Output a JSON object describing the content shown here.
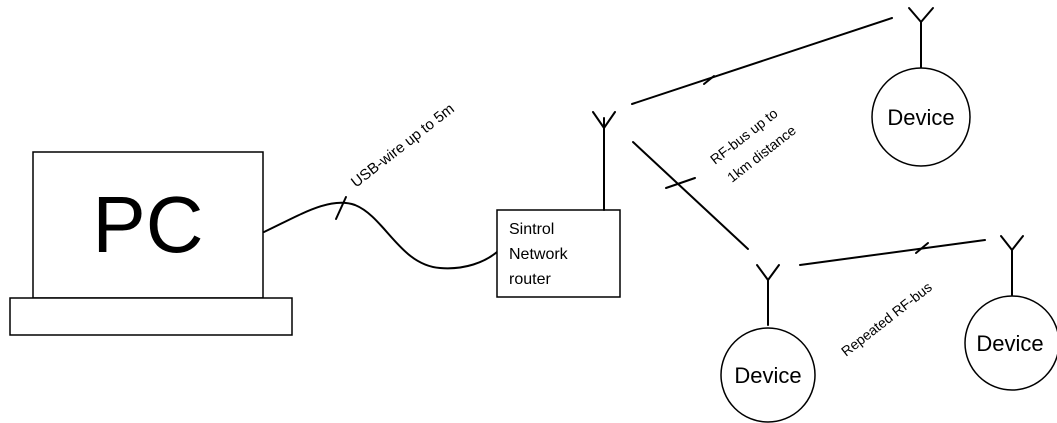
{
  "pc": {
    "label": "PC"
  },
  "router": {
    "lines": [
      "Sintrol",
      "Network",
      "router"
    ]
  },
  "links": {
    "usb": "USB-wire up to 5m",
    "rf_bus": [
      "RF-bus up to",
      "1km distance"
    ],
    "repeated": "Repeated RF-bus"
  },
  "devices": {
    "top": "Device",
    "middle": "Device",
    "right": "Device"
  }
}
